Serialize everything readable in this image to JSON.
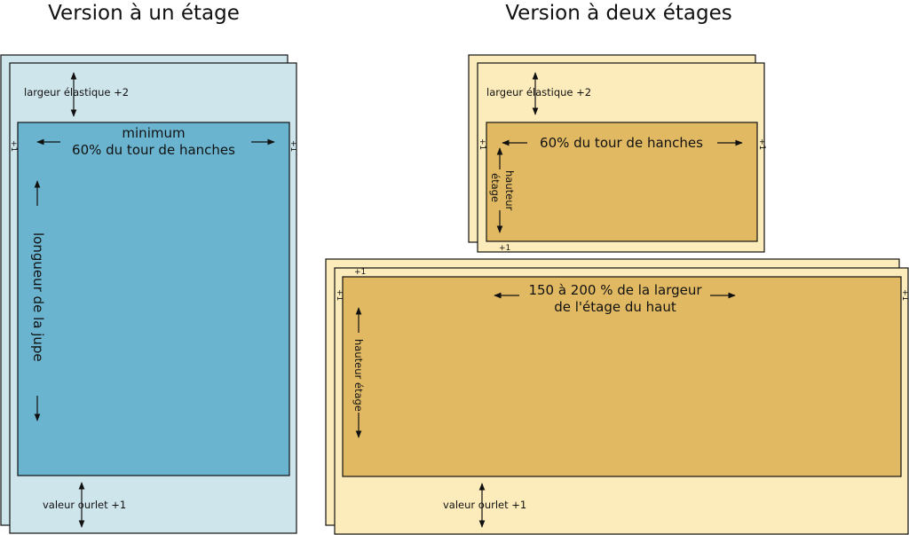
{
  "titles": {
    "one_tier": "Version à un étage",
    "two_tier": "Version à deux étages"
  },
  "colors": {
    "blue_light": "#cfe5ec",
    "blue_dark": "#6ab4d0",
    "cream": "#fdecbb",
    "gold": "#e1b963",
    "outline": "#111111"
  },
  "one_tier": {
    "elastic_label": "largeur élastique +2",
    "width_label_1": "minimum",
    "width_label_2": "60% du tour de hanches",
    "length_label": "longueur de la jupe",
    "hem_label": "valeur ourlet +1",
    "side_marks": "+1"
  },
  "two_tier": {
    "top": {
      "elastic_label": "largeur élastique +2",
      "width_label": "60% du tour de hanches",
      "height_label_1": "hauteur",
      "height_label_2": "étage",
      "bottom_mark": "+1",
      "side_marks": "+1"
    },
    "bottom": {
      "top_mark": "+1",
      "width_label_1": "150 à 200 % de la largeur",
      "width_label_2": "de l'étage du haut",
      "height_label": "hauteur étage",
      "hem_label": "valeur ourlet +1",
      "side_marks": "+1"
    }
  }
}
